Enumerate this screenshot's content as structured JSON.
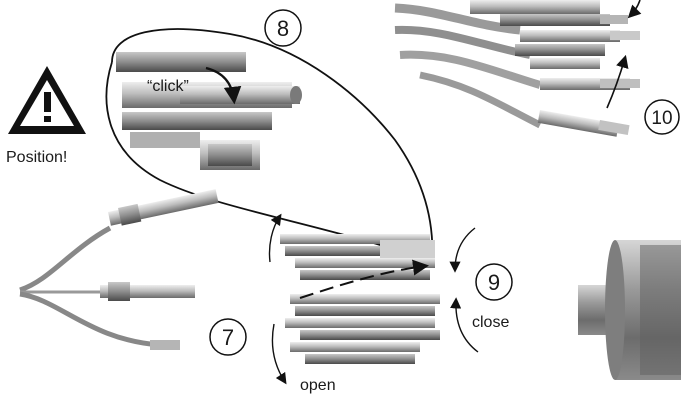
{
  "steps": {
    "step7": "7",
    "step8": "8",
    "step9": "9",
    "step10": "10"
  },
  "labels": {
    "warning": "Position!",
    "click": "“click”",
    "close": "close",
    "open": "open"
  },
  "icons": {
    "warning": "warning-triangle-icon"
  },
  "colors": {
    "metal_light": "#d9d9d9",
    "metal_mid": "#a8a8a8",
    "metal_dark": "#5e5e5e",
    "line": "#111111"
  }
}
